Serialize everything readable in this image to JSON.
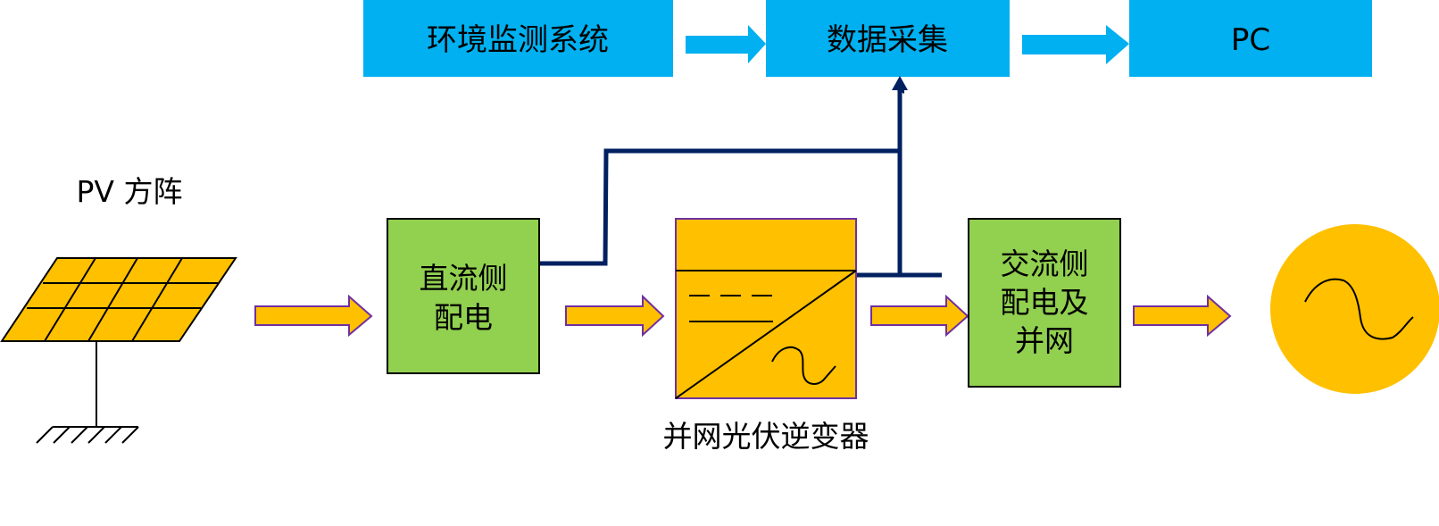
{
  "diagram": {
    "colors": {
      "monitor_blue": "#00B0F0",
      "panel_yellow": "#FFC000",
      "block_green": "#92D050",
      "signal_navy": "#002060",
      "arrow_outline": "#7030A0",
      "line_black": "#000000"
    },
    "top_row": {
      "env_monitor": "环境监测系统",
      "data_acquisition": "数据采集",
      "pc": "PC"
    },
    "pv_array": {
      "label": "PV 方阵"
    },
    "dc_distribution": {
      "line1": "直流侧",
      "line2": "配电"
    },
    "inverter": {
      "label": "并网光伏逆变器"
    },
    "ac_distribution": {
      "line1": "交流侧",
      "line2": "配电及",
      "line3": "并网"
    },
    "grid": {
      "icon": "ac-sine-icon"
    }
  }
}
